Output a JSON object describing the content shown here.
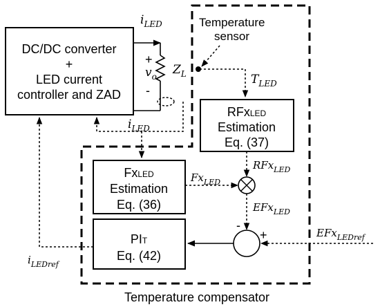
{
  "dcdc_block": {
    "line1": "DC/DC converter",
    "line2": "+",
    "line3": "LED current",
    "line4": "controller and ZAD"
  },
  "rfx_block": {
    "line1": "RFx",
    "line1_sub": "LED",
    "line2": "Estimation",
    "line3": "Eq. (37)"
  },
  "fx_block": {
    "line1": "Fx",
    "line1_sub": "LED",
    "line2": "Estimation",
    "line3": "Eq. (36)"
  },
  "pi_block": {
    "line1": "PI",
    "line1_sub": "T",
    "line2": "Eq. (42)"
  },
  "labels": {
    "i_led_top": "i",
    "i_led_top_sub": "LED",
    "i_led_mid": "i",
    "i_led_mid_sub": "LED",
    "i_led_ref": "i",
    "i_led_ref_sub": "LEDref",
    "v_o": "v",
    "v_o_sub": "o",
    "z_l": "Z",
    "z_l_sub": "L",
    "plus_top": "+",
    "minus_bottom": "-",
    "temp_sensor_1": "Temperature",
    "temp_sensor_2": "sensor",
    "t_led": "T",
    "t_led_sub": "LED",
    "rfx_led": "RFx",
    "rfx_led_sub": "LED",
    "fx_led": "Fx",
    "fx_led_sub": "LED",
    "efx_led": "EFx",
    "efx_led_sub": "LED",
    "efx_ledref": "EFx",
    "efx_ledref_sub": "LEDref",
    "sum_minus": "-",
    "sum_plus": "+",
    "compensator": "Temperature compensator"
  }
}
